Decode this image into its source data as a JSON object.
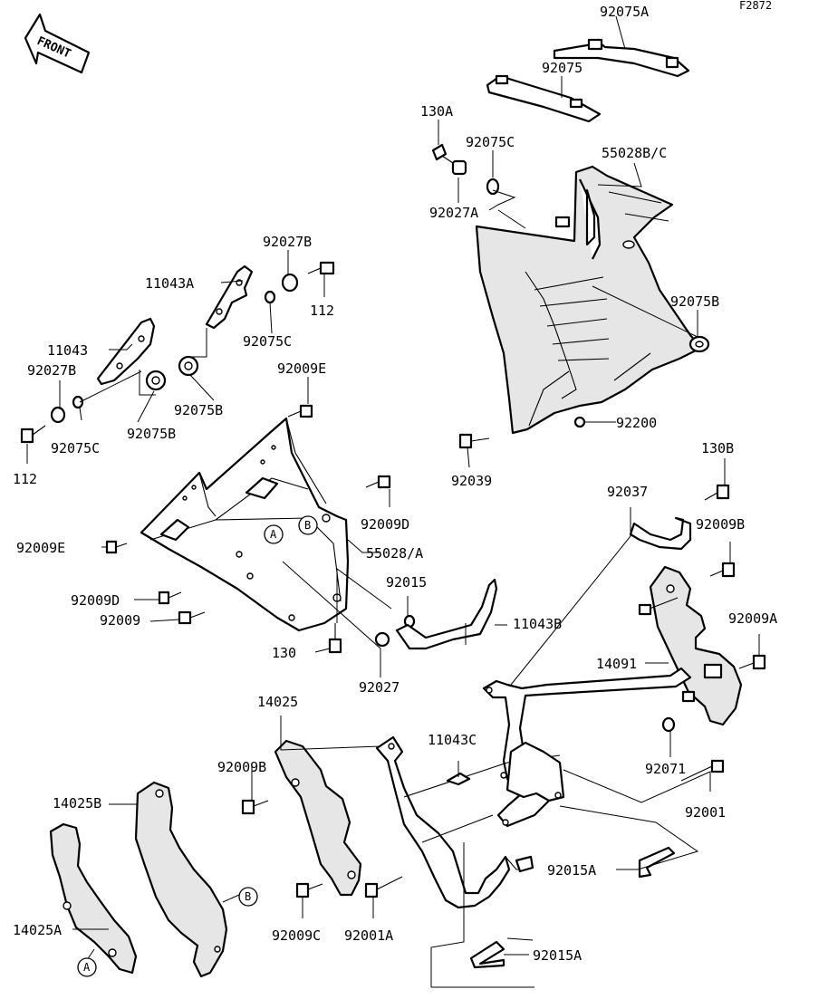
{
  "figure_code": "F2872",
  "front_label": "FRONT",
  "callouts": {
    "a": "A",
    "b": "B"
  },
  "parts": {
    "p92075A": "92075A",
    "p92075": "92075",
    "p130A": "130A",
    "p92075C_top": "92075C",
    "p55028BC": "55028B/C",
    "p92027A": "92027A",
    "p92075B_right": "92075B",
    "p92200": "92200",
    "p92039": "92039",
    "p92027B_top": "92027B",
    "p11043A": "11043A",
    "p112_top": "112",
    "p92075C_mid": "92075C",
    "p11043": "11043",
    "p92027B_left": "92027B",
    "p92075B_mid": "92075B",
    "p92009E_top": "92009E",
    "p92075C_left": "92075C",
    "p92075B_left": "92075B",
    "p112_left": "112",
    "p92009D_right": "92009D",
    "p92009E_left": "92009E",
    "p55028A": "55028/A",
    "p92015": "92015",
    "p92009D_left": "92009D",
    "p92009": "92009",
    "p11043B": "11043B",
    "p130": "130",
    "p92027": "92027",
    "p130B": "130B",
    "p92037": "92037",
    "p92009B_right": "92009B",
    "p92009A": "92009A",
    "p14091": "14091",
    "p14025": "14025",
    "p11043C": "11043C",
    "p92009B_left": "92009B",
    "p92071": "92071",
    "p14025B": "14025B",
    "p92001": "92001",
    "p92015A_mid": "92015A",
    "p14025A": "14025A",
    "p92009C": "92009C",
    "p92001A": "92001A",
    "p92015A_bottom": "92015A"
  }
}
